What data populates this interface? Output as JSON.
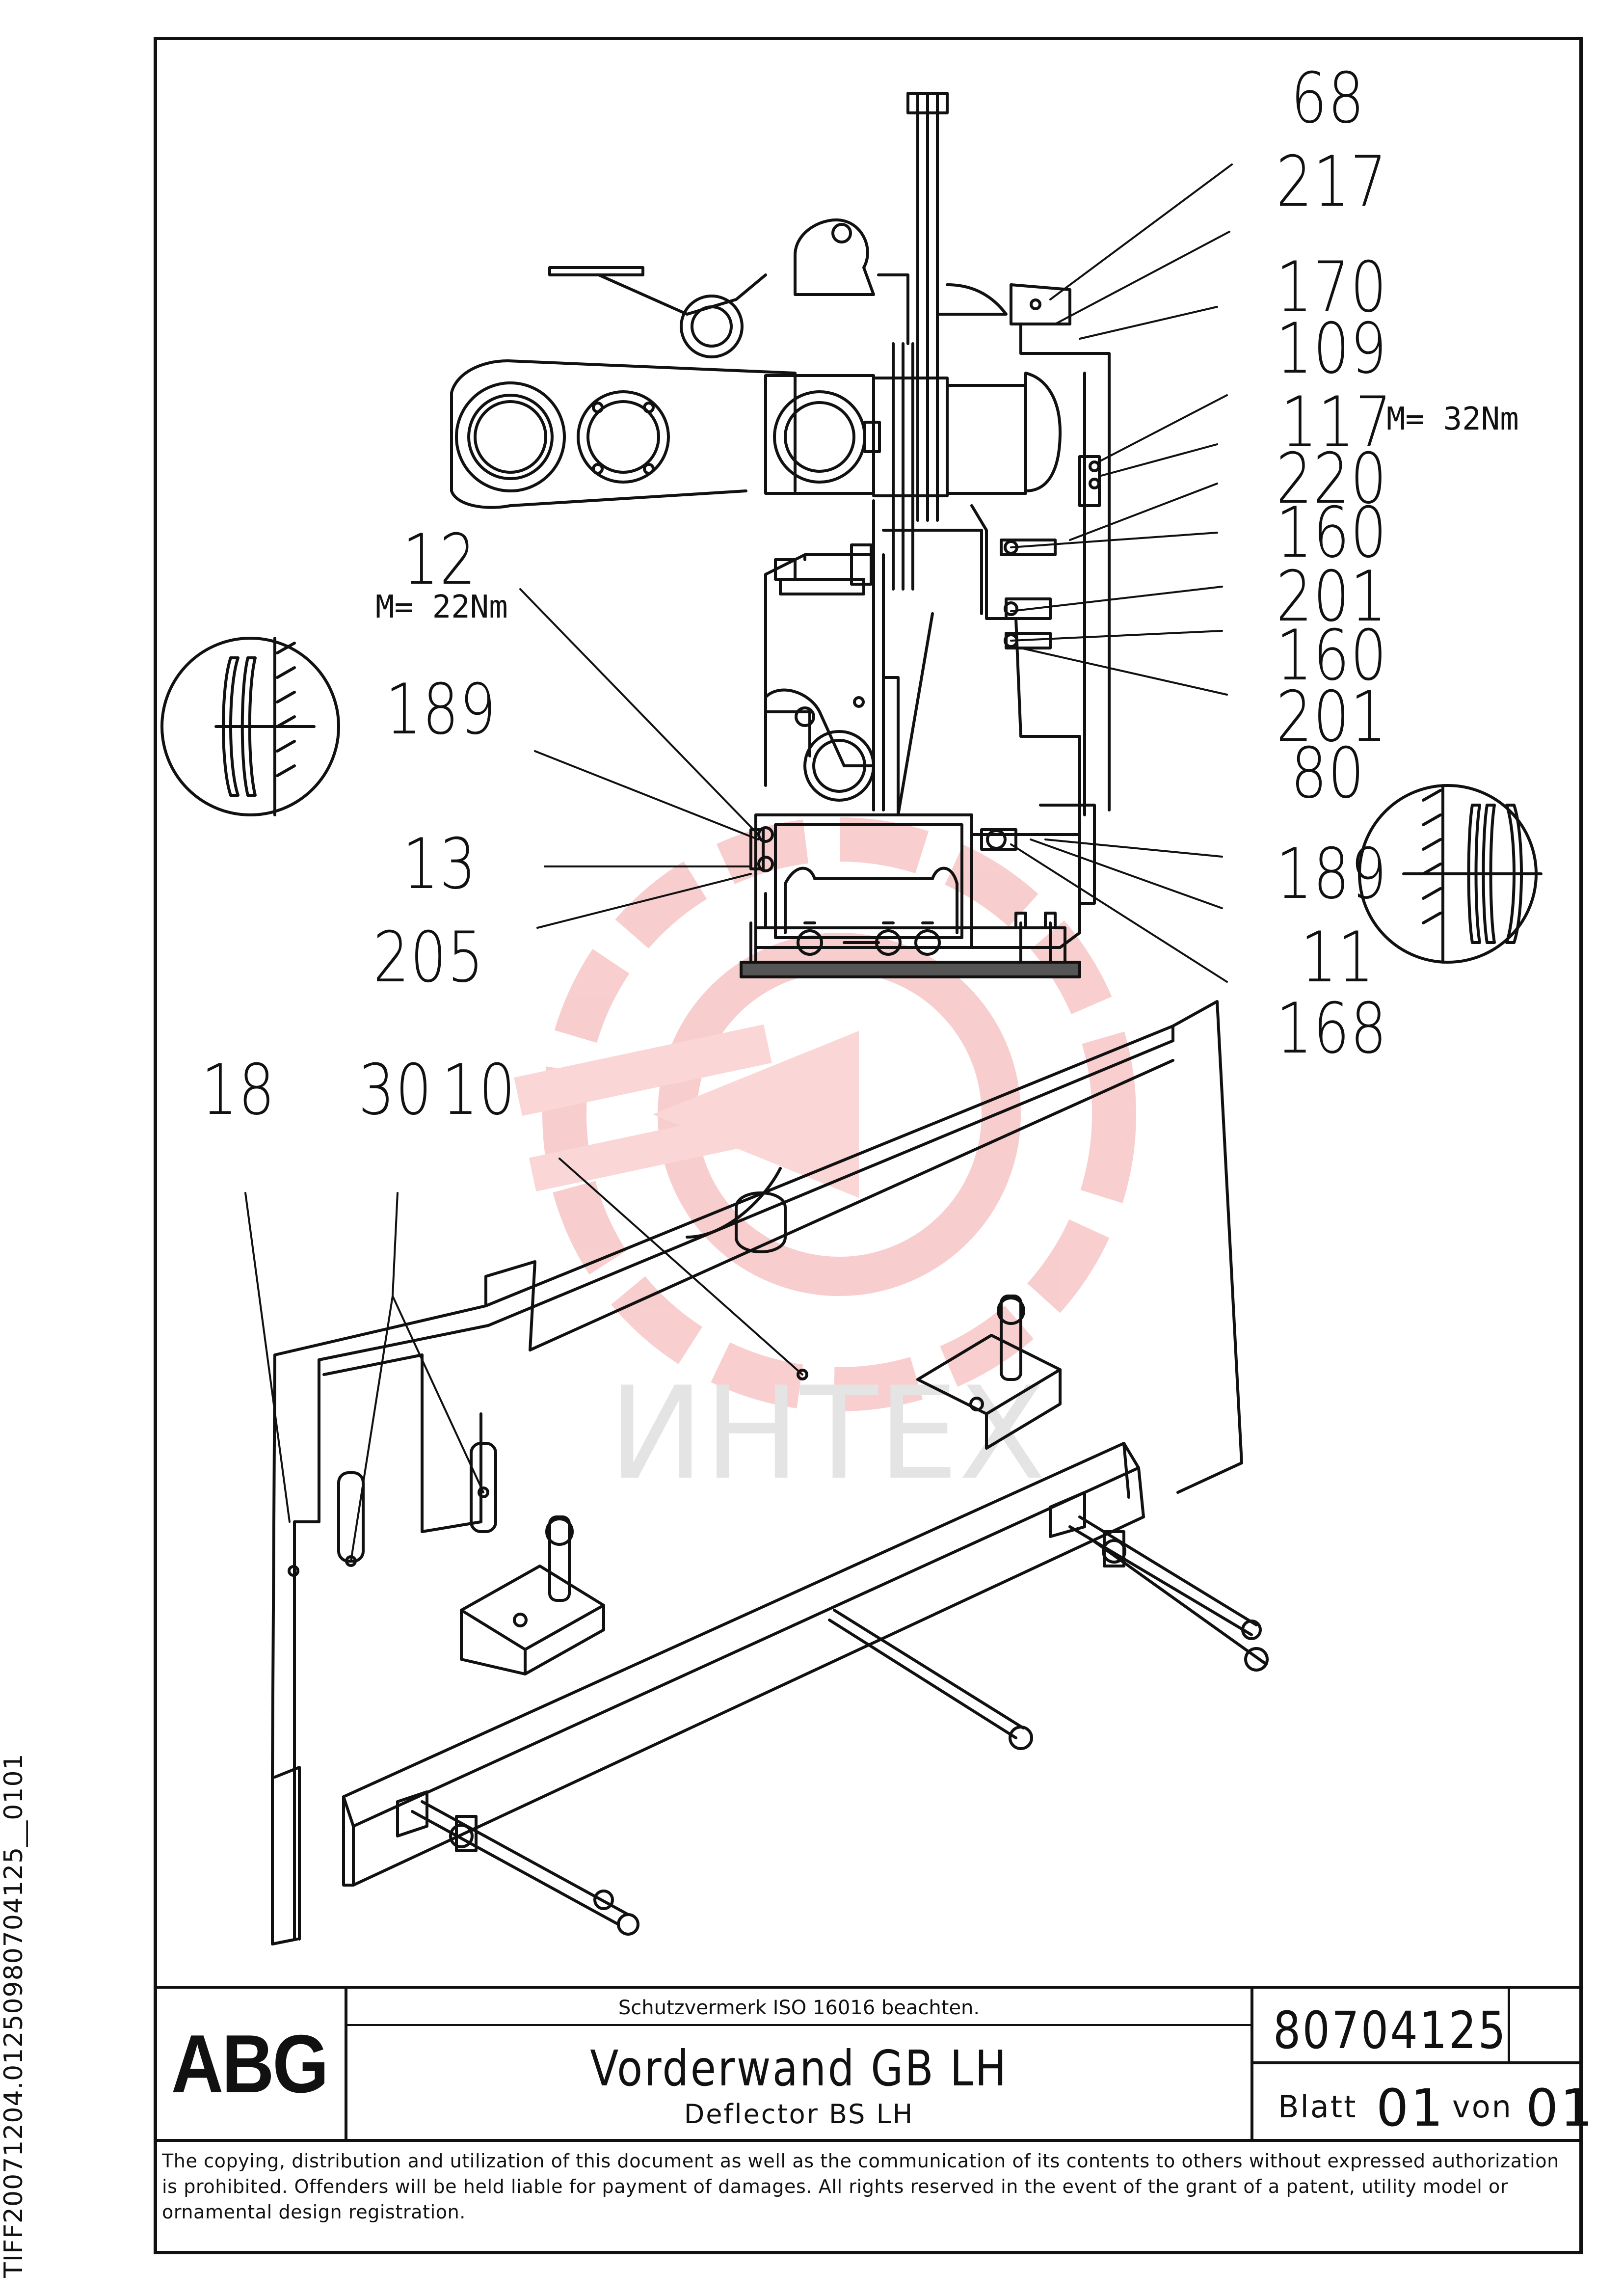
{
  "callouts": {
    "c68": "68",
    "c217": "217",
    "c170": "170",
    "c109": "109",
    "c117": "117",
    "c220": "220",
    "c160a": "160",
    "c201a": "201",
    "c160b": "160",
    "c201b": "201",
    "c80": "80",
    "c189r": "189",
    "c11": "11",
    "c168": "168",
    "c12": "12",
    "c189l": "189",
    "c13": "13",
    "c205": "205",
    "c18": "18",
    "c30": "30",
    "c10": "10"
  },
  "torque": {
    "t117": "M= 32Nm",
    "t12": "M= 22Nm"
  },
  "watermark": {
    "text": "ИНТЕХ",
    "color": "#f2b8b8"
  },
  "title_block": {
    "logo": "ABG",
    "notice": "Schutzvermerk ISO 16016 beachten.",
    "title": "Vorderwand GB LH",
    "subtitle": "Deflector BS LH",
    "drawing_number": "80704125",
    "sheet_label": "Blatt",
    "sheet_value": "01",
    "of_label": "von",
    "of_value": "01"
  },
  "copyright": "The copying, distribution and utilization of this document as well as the communication of its contents to others without expressed authorization is prohibited. Offenders will be held liable for payment of damages. All rights reserved in the event of the grant of a patent, utility model or ornamental design registration.",
  "side_id": "TIFF20071204.01250980704125__0101"
}
